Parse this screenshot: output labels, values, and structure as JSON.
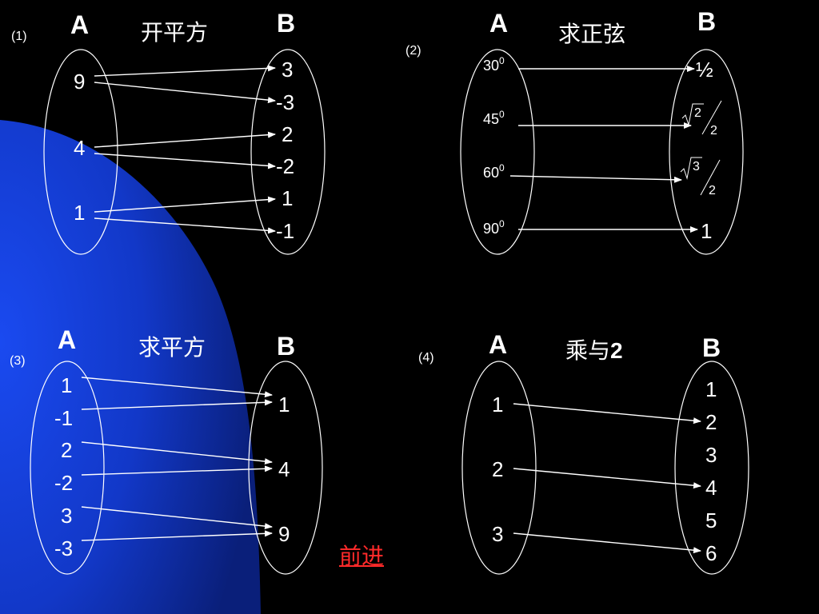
{
  "colors": {
    "background": "#000000",
    "blue_shape_inner": "#1540d8",
    "blue_shape_outer": "#0a1f7a",
    "foreground": "#ffffff",
    "link": "#ff2a2a"
  },
  "panels": [
    {
      "id": "p1",
      "number": "(1)",
      "set_a_label": "A",
      "set_b_label": "B",
      "operation": "开平方",
      "domain_items": [
        "9",
        "4",
        "1"
      ],
      "codomain_items": [
        "3",
        "-3",
        "2",
        "-2",
        "1",
        "-1"
      ],
      "mapping": [
        [
          0,
          0
        ],
        [
          0,
          1
        ],
        [
          1,
          2
        ],
        [
          1,
          3
        ],
        [
          2,
          4
        ],
        [
          2,
          5
        ]
      ]
    },
    {
      "id": "p2",
      "number": "(2)",
      "set_a_label": "A",
      "set_b_label": "B",
      "operation": "求正弦",
      "domain_items": [
        {
          "base": "30",
          "sup": "0"
        },
        {
          "base": "45",
          "sup": "0"
        },
        {
          "base": "60",
          "sup": "0"
        },
        {
          "base": "90",
          "sup": "0"
        }
      ],
      "codomain_items": [
        {
          "kind": "text",
          "text": "½"
        },
        {
          "kind": "frac-sqrt",
          "radicand": "2",
          "den": "2"
        },
        {
          "kind": "frac-sqrt",
          "radicand": "3",
          "den": "2"
        },
        {
          "kind": "text",
          "text": "1"
        }
      ],
      "mapping": [
        [
          0,
          0
        ],
        [
          1,
          1
        ],
        [
          2,
          2
        ],
        [
          3,
          3
        ]
      ]
    },
    {
      "id": "p3",
      "number": "(3)",
      "set_a_label": "A",
      "set_b_label": "B",
      "operation": "求平方",
      "domain_items": [
        "1",
        "-1",
        "2",
        "-2",
        "3",
        "-3"
      ],
      "codomain_items": [
        "1",
        "4",
        "9"
      ],
      "mapping": [
        [
          0,
          0
        ],
        [
          1,
          0
        ],
        [
          2,
          1
        ],
        [
          3,
          1
        ],
        [
          4,
          2
        ],
        [
          5,
          2
        ]
      ]
    },
    {
      "id": "p4",
      "number": "(4)",
      "set_a_label": "A",
      "set_b_label": "B",
      "operation_text": "乘与",
      "operation_num": "2",
      "domain_items": [
        "1",
        "2",
        "3"
      ],
      "codomain_items": [
        "1",
        "2",
        "3",
        "4",
        "5",
        "6"
      ],
      "mapping": [
        [
          0,
          1
        ],
        [
          1,
          3
        ],
        [
          2,
          5
        ]
      ]
    }
  ],
  "nav": {
    "next_label": "前进"
  }
}
